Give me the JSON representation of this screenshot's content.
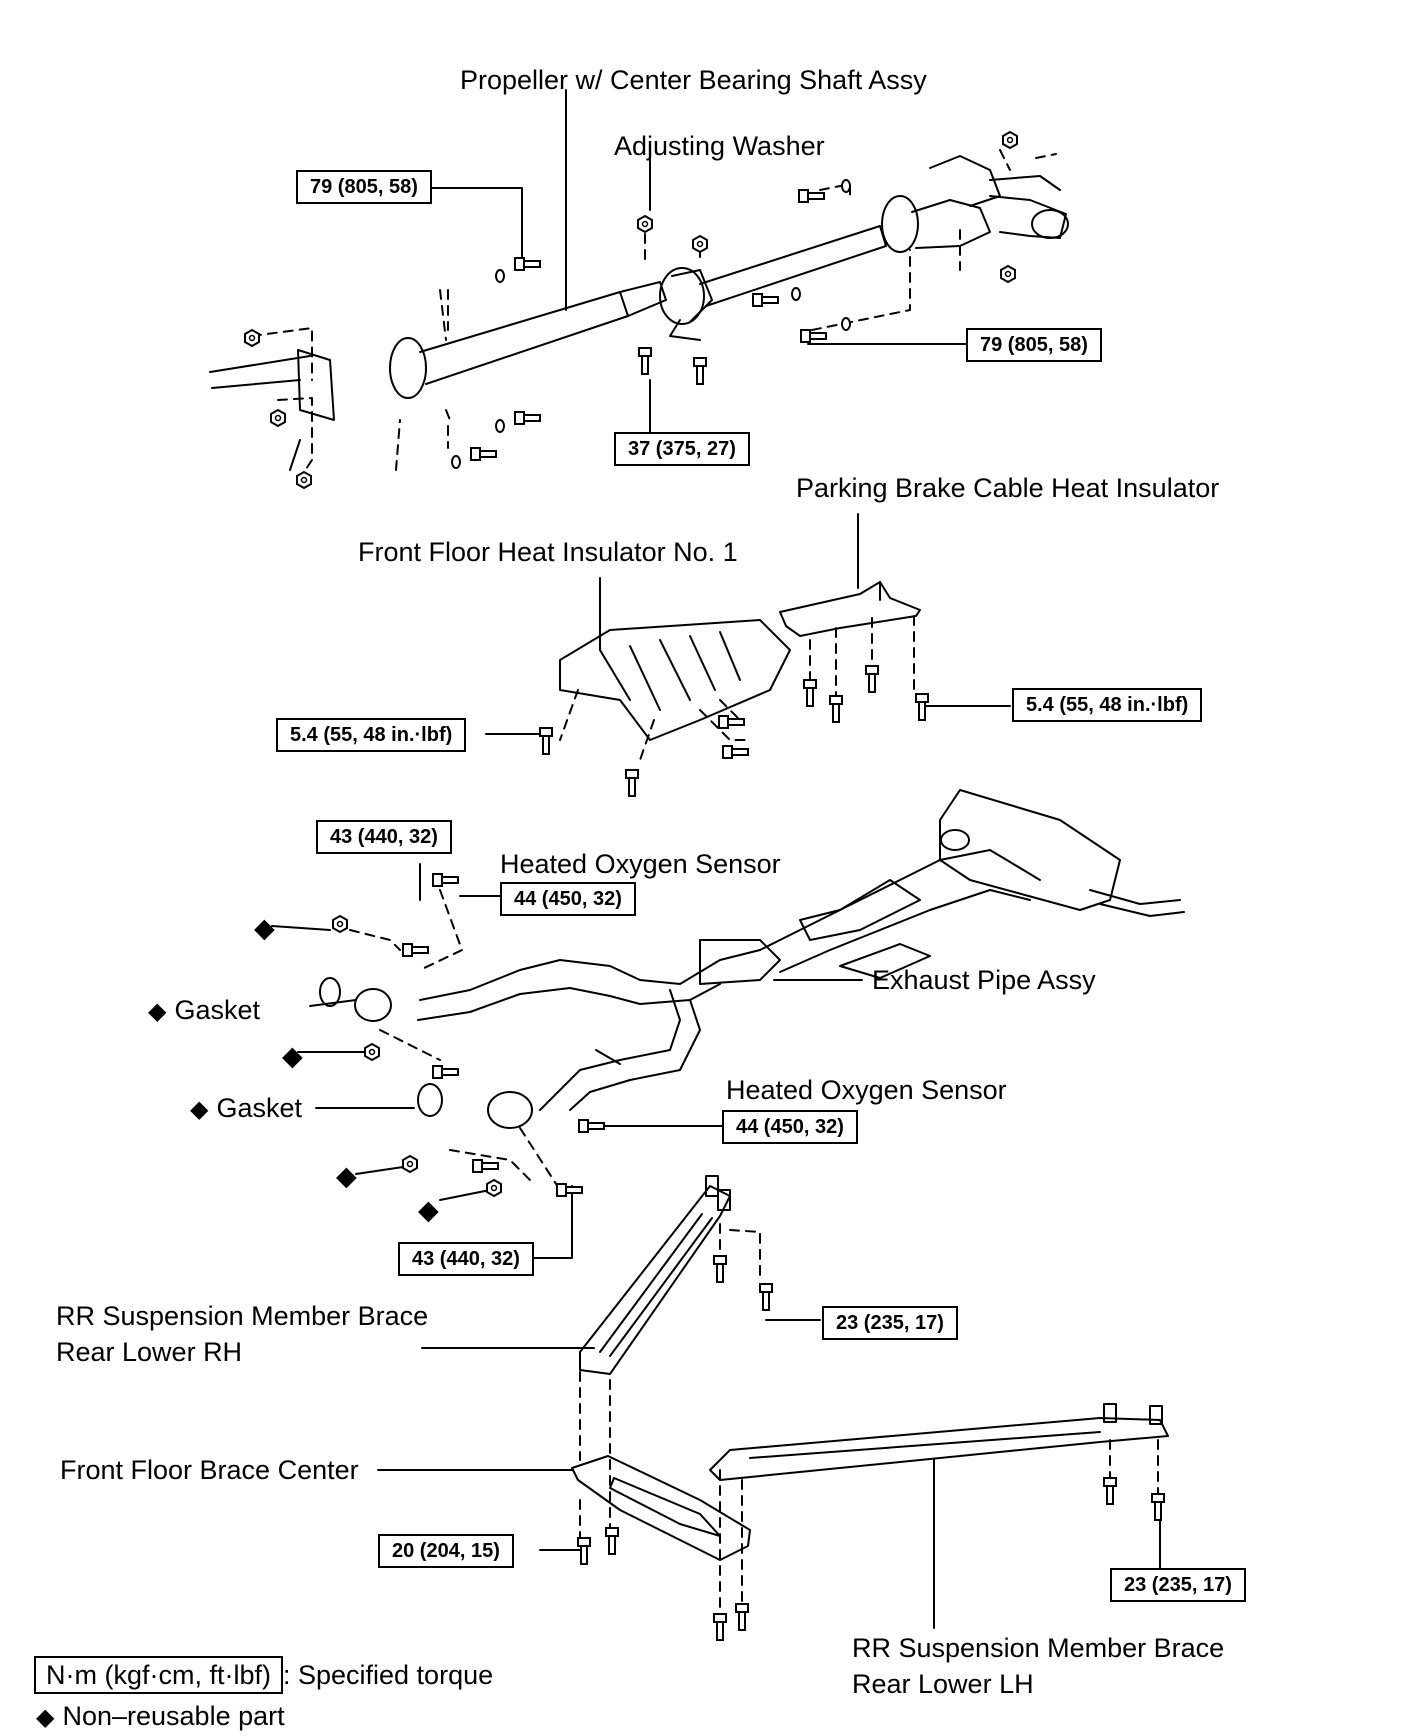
{
  "labels": {
    "propeller": "Propeller w/ Center Bearing Shaft Assy",
    "adjusting_washer": "Adjusting Washer",
    "parking_brake_insulator": "Parking Brake Cable Heat Insulator",
    "front_floor_insulator": "Front Floor Heat Insulator No. 1",
    "heated_o2_upper": "Heated Oxygen Sensor",
    "heated_o2_lower": "Heated Oxygen Sensor",
    "exhaust_pipe": "Exhaust Pipe Assy",
    "gasket_upper": "Gasket",
    "gasket_lower": "Gasket",
    "rr_brace_rh_line1": "RR Suspension Member Brace",
    "rr_brace_rh_line2": "Rear Lower RH",
    "front_floor_brace": "Front Floor Brace Center",
    "rr_brace_lh_line1": "RR Suspension Member Brace",
    "rr_brace_lh_line2": "Rear Lower LH"
  },
  "torques": {
    "prop_front": "79 (805, 58)",
    "prop_rear": "79 (805, 58)",
    "center_bearing": "37 (375, 27)",
    "front_insulator": "5.4 (55, 48 in.·lbf)",
    "parking_insulator": "5.4 (55, 48 in.·lbf)",
    "exhaust_front_upper": "43 (440, 32)",
    "o2_upper": "44 (450, 32)",
    "o2_lower": "44 (450, 32)",
    "exhaust_front_lower": "43 (440, 32)",
    "rh_brace": "23 (235, 17)",
    "floor_brace": "20 (204, 15)",
    "lh_brace": "23 (235, 17)"
  },
  "legend": {
    "torque_unit": "N·m (kgf·cm, ft·lbf)",
    "torque_desc": ": Specified torque",
    "non_reusable_symbol": "◆",
    "non_reusable_desc": "Non–reusable part"
  }
}
